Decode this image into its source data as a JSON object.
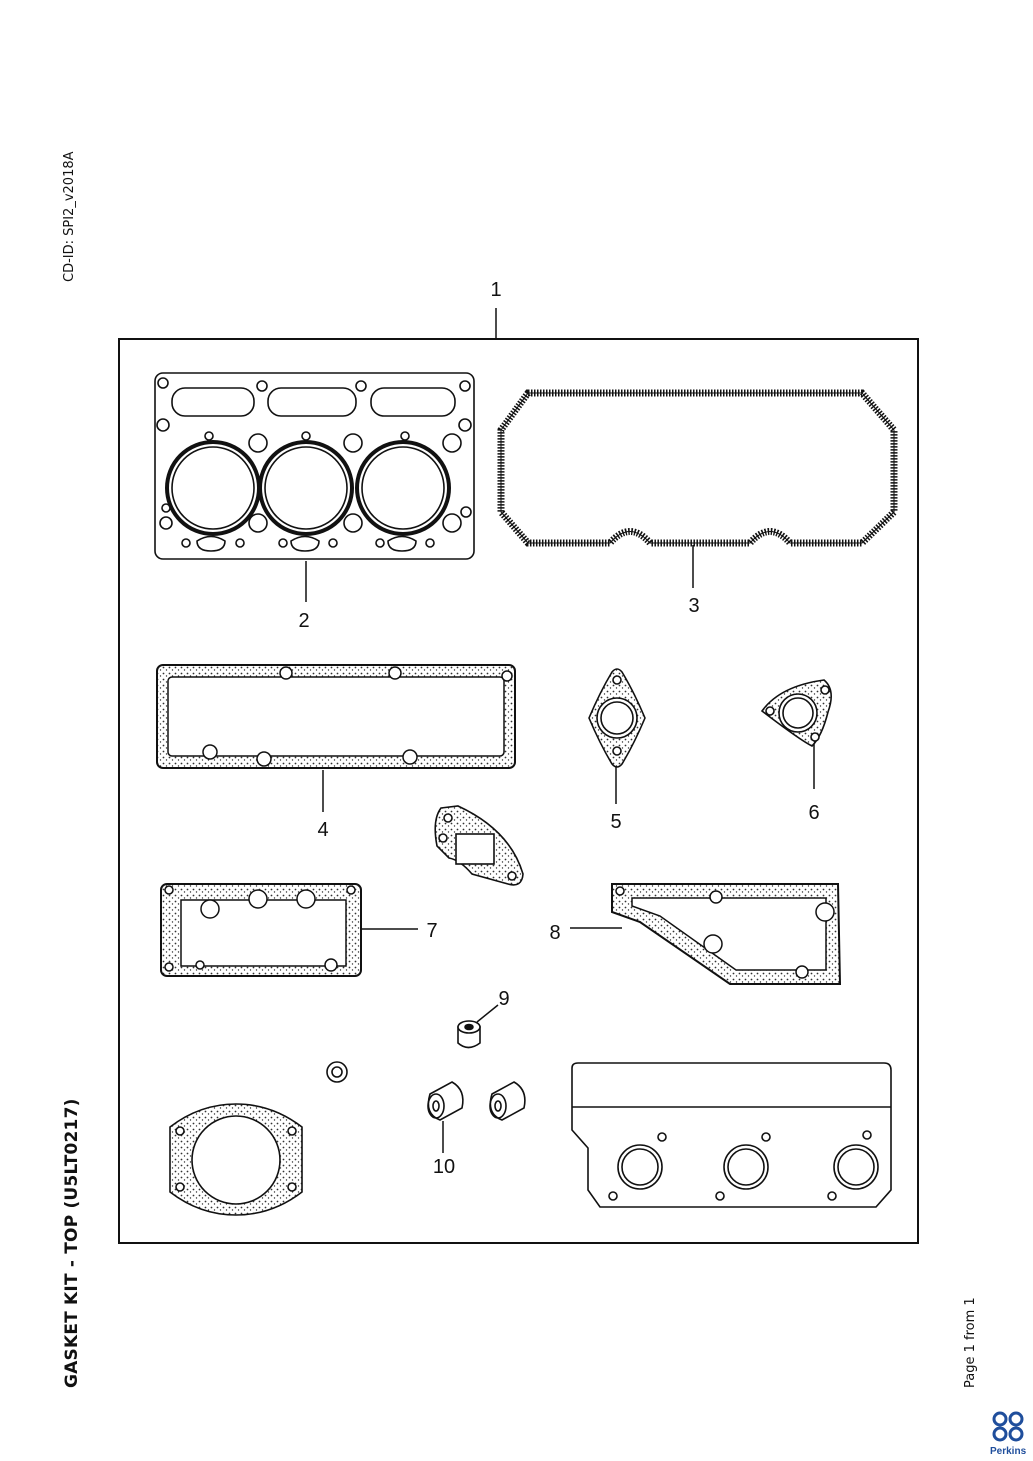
{
  "header": {
    "cd_id": "CD-ID: SPI2_v2018A"
  },
  "title": "GASKET KIT - TOP (U5LT0217)",
  "footer": {
    "page": "Page 1 from 1",
    "brand": "Perkins"
  },
  "callouts": [
    "1",
    "2",
    "3",
    "4",
    "5",
    "6",
    "7",
    "8",
    "9",
    "10"
  ],
  "colors": {
    "line": "#111111",
    "brand": "#1f4e9c"
  },
  "icons": {
    "logo": "perkins-logo"
  }
}
